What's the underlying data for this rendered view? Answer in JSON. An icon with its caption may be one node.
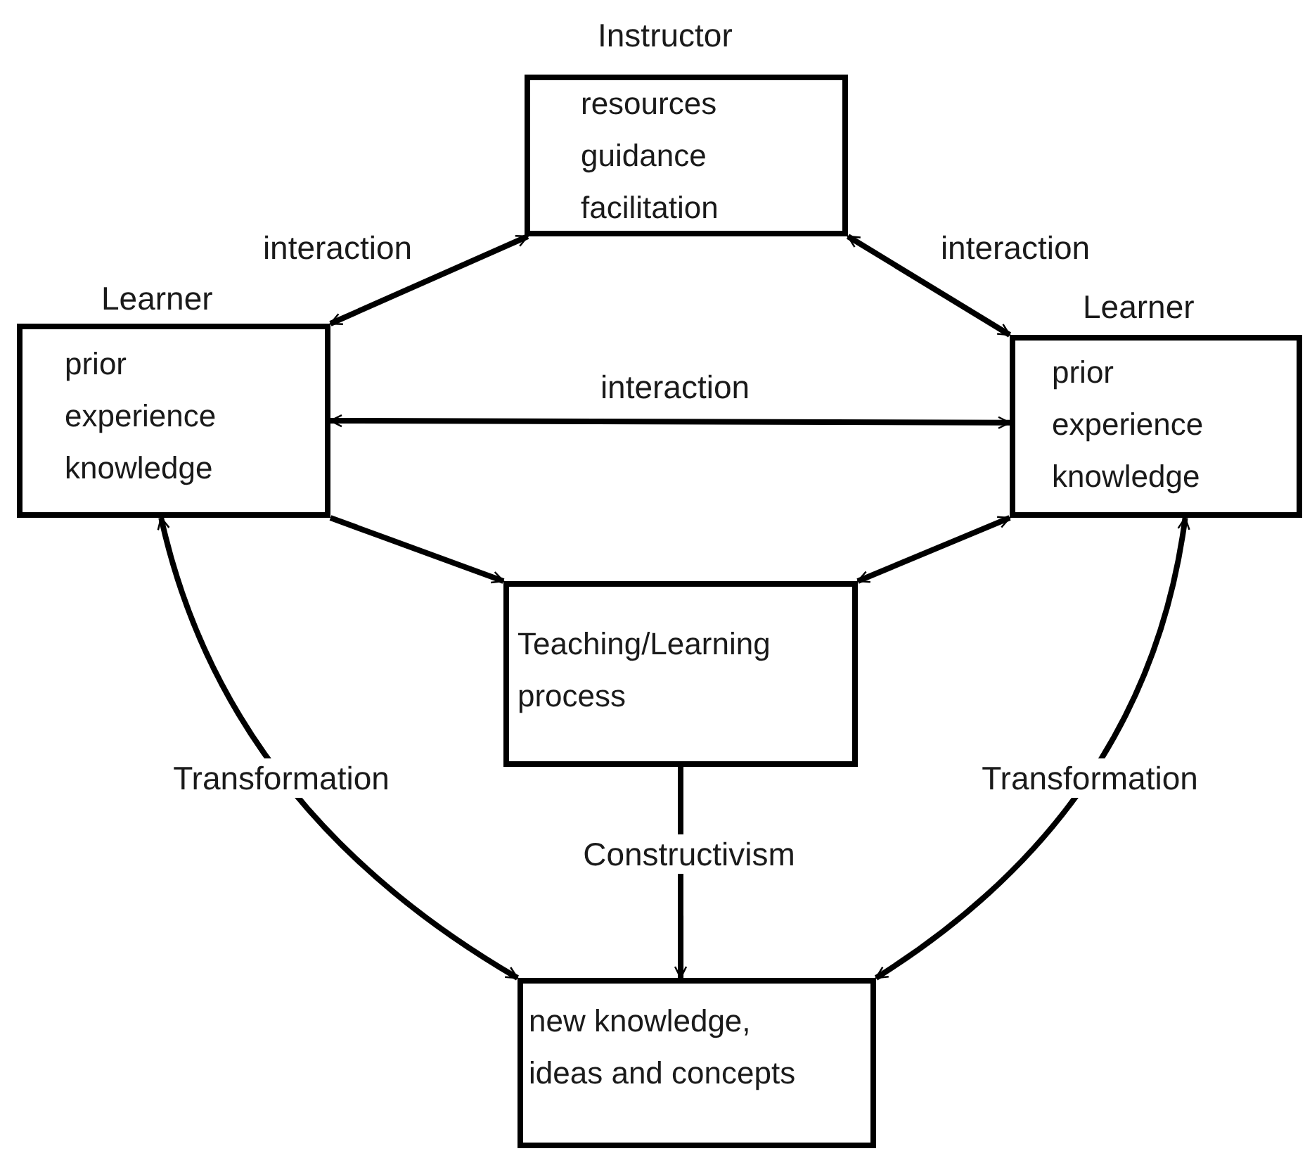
{
  "diagram": {
    "nodes": [
      {
        "text": [
          "Instructor",
          "resources guidance facilitation"
        ]
      },
      {
        "text": [
          "Learner",
          "prior experience knowledge"
        ]
      },
      {
        "text": [
          "Learner",
          "prior experience knowledge"
        ]
      },
      {
        "text": [
          "Teaching/Learning process"
        ]
      },
      {
        "text": [
          "new knowledge, ideas and concepts"
        ]
      }
    ],
    "edges": [
      {
        "from": 0,
        "to": 1,
        "arrow": "both",
        "label": "interaction"
      },
      {
        "from": 0,
        "to": 2,
        "arrow": "both",
        "label": "interaction"
      },
      {
        "from": 1,
        "to": 2,
        "arrow": "both",
        "label": "interaction"
      },
      {
        "from": 1,
        "to": 3,
        "arrow": "to"
      },
      {
        "from": 2,
        "to": 3,
        "arrow": "both"
      },
      {
        "from": 3,
        "to": 4,
        "arrow": "to",
        "label": "Constructivism"
      },
      {
        "from": 1,
        "to": 4,
        "arrow": "both",
        "label": "Transformation"
      },
      {
        "from": 2,
        "to": 4,
        "arrow": "both",
        "label": "Transformation"
      }
    ]
  }
}
